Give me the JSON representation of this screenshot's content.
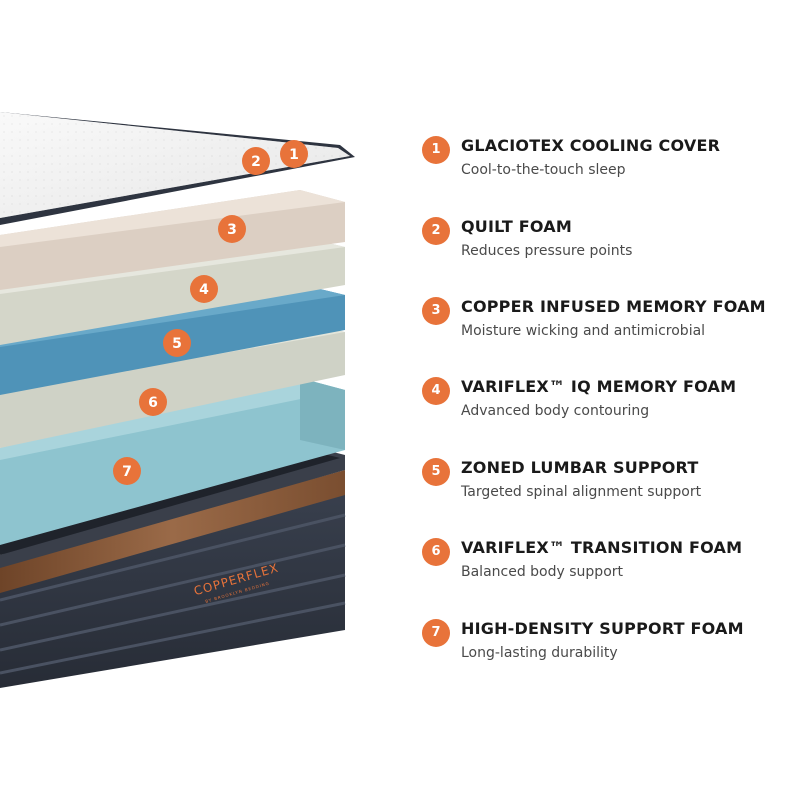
{
  "brand": {
    "name": "COPPERFLEX",
    "byline": "BY BROOKLYN BEDDING"
  },
  "colors": {
    "accent": "#e8733a",
    "text": "#1a1a1a",
    "subtext": "#4a4a4a",
    "base_dark": "#2e3440",
    "copper": "#8a5a3c"
  },
  "layers": [
    {
      "number": "1",
      "title": "GLACIOTEX COOLING COVER",
      "description": "Cool-to-the-touch sleep"
    },
    {
      "number": "2",
      "title": "QUILT FOAM",
      "description": "Reduces pressure points"
    },
    {
      "number": "3",
      "title": "COPPER INFUSED MEMORY FOAM",
      "description": "Moisture wicking and antimicrobial"
    },
    {
      "number": "4",
      "title": "VARIFLEX™ IQ MEMORY FOAM",
      "description": "Advanced body contouring"
    },
    {
      "number": "5",
      "title": "ZONED LUMBAR SUPPORT",
      "description": "Targeted spinal alignment support"
    },
    {
      "number": "6",
      "title": "VARIFLEX™ TRANSITION FOAM",
      "description": "Balanced body support"
    },
    {
      "number": "7",
      "title": "HIGH-DENSITY SUPPORT FOAM",
      "description": "Long-lasting durability"
    }
  ]
}
